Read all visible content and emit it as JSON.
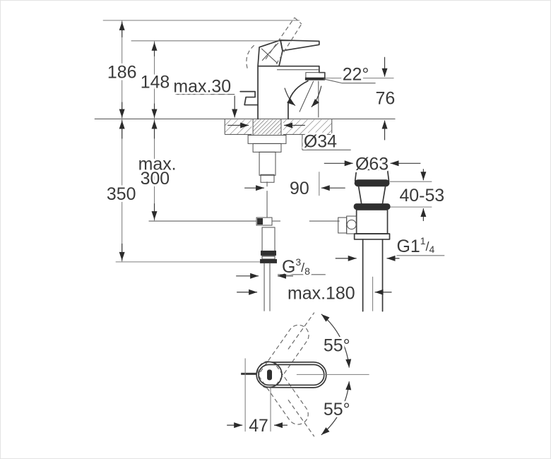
{
  "figure": {
    "kind": "technical-dimension-drawing",
    "subject": "single-lever basin mixer with pop-up waste, side view and top view",
    "background": "#ffffff",
    "object_line_color": "#383838",
    "dimension_line_color": "#7d7d7d",
    "text_color": "#3a3a3a"
  },
  "labels": {
    "height_open": "186",
    "height_closed": "148",
    "deck_max": "max.30",
    "stream_angle": "22°",
    "spout_height": "76",
    "hole_dia": "Ø34",
    "hose_max_1": "max.",
    "hose_max_2": "300",
    "hose_total": "350",
    "spout_reach": "90",
    "waste_dia": "Ø63",
    "deck_range": "40-53",
    "waste_thread": {
      "main": "G1",
      "sup": "1",
      "slash": "/",
      "sub": "4"
    },
    "supply_thread": {
      "main": "G",
      "sup": "3",
      "slash": "/",
      "sub": "8"
    },
    "offset_max": "max.180",
    "swing_upper": "55°",
    "swing_lower": "55°",
    "handle_reach": "47"
  }
}
